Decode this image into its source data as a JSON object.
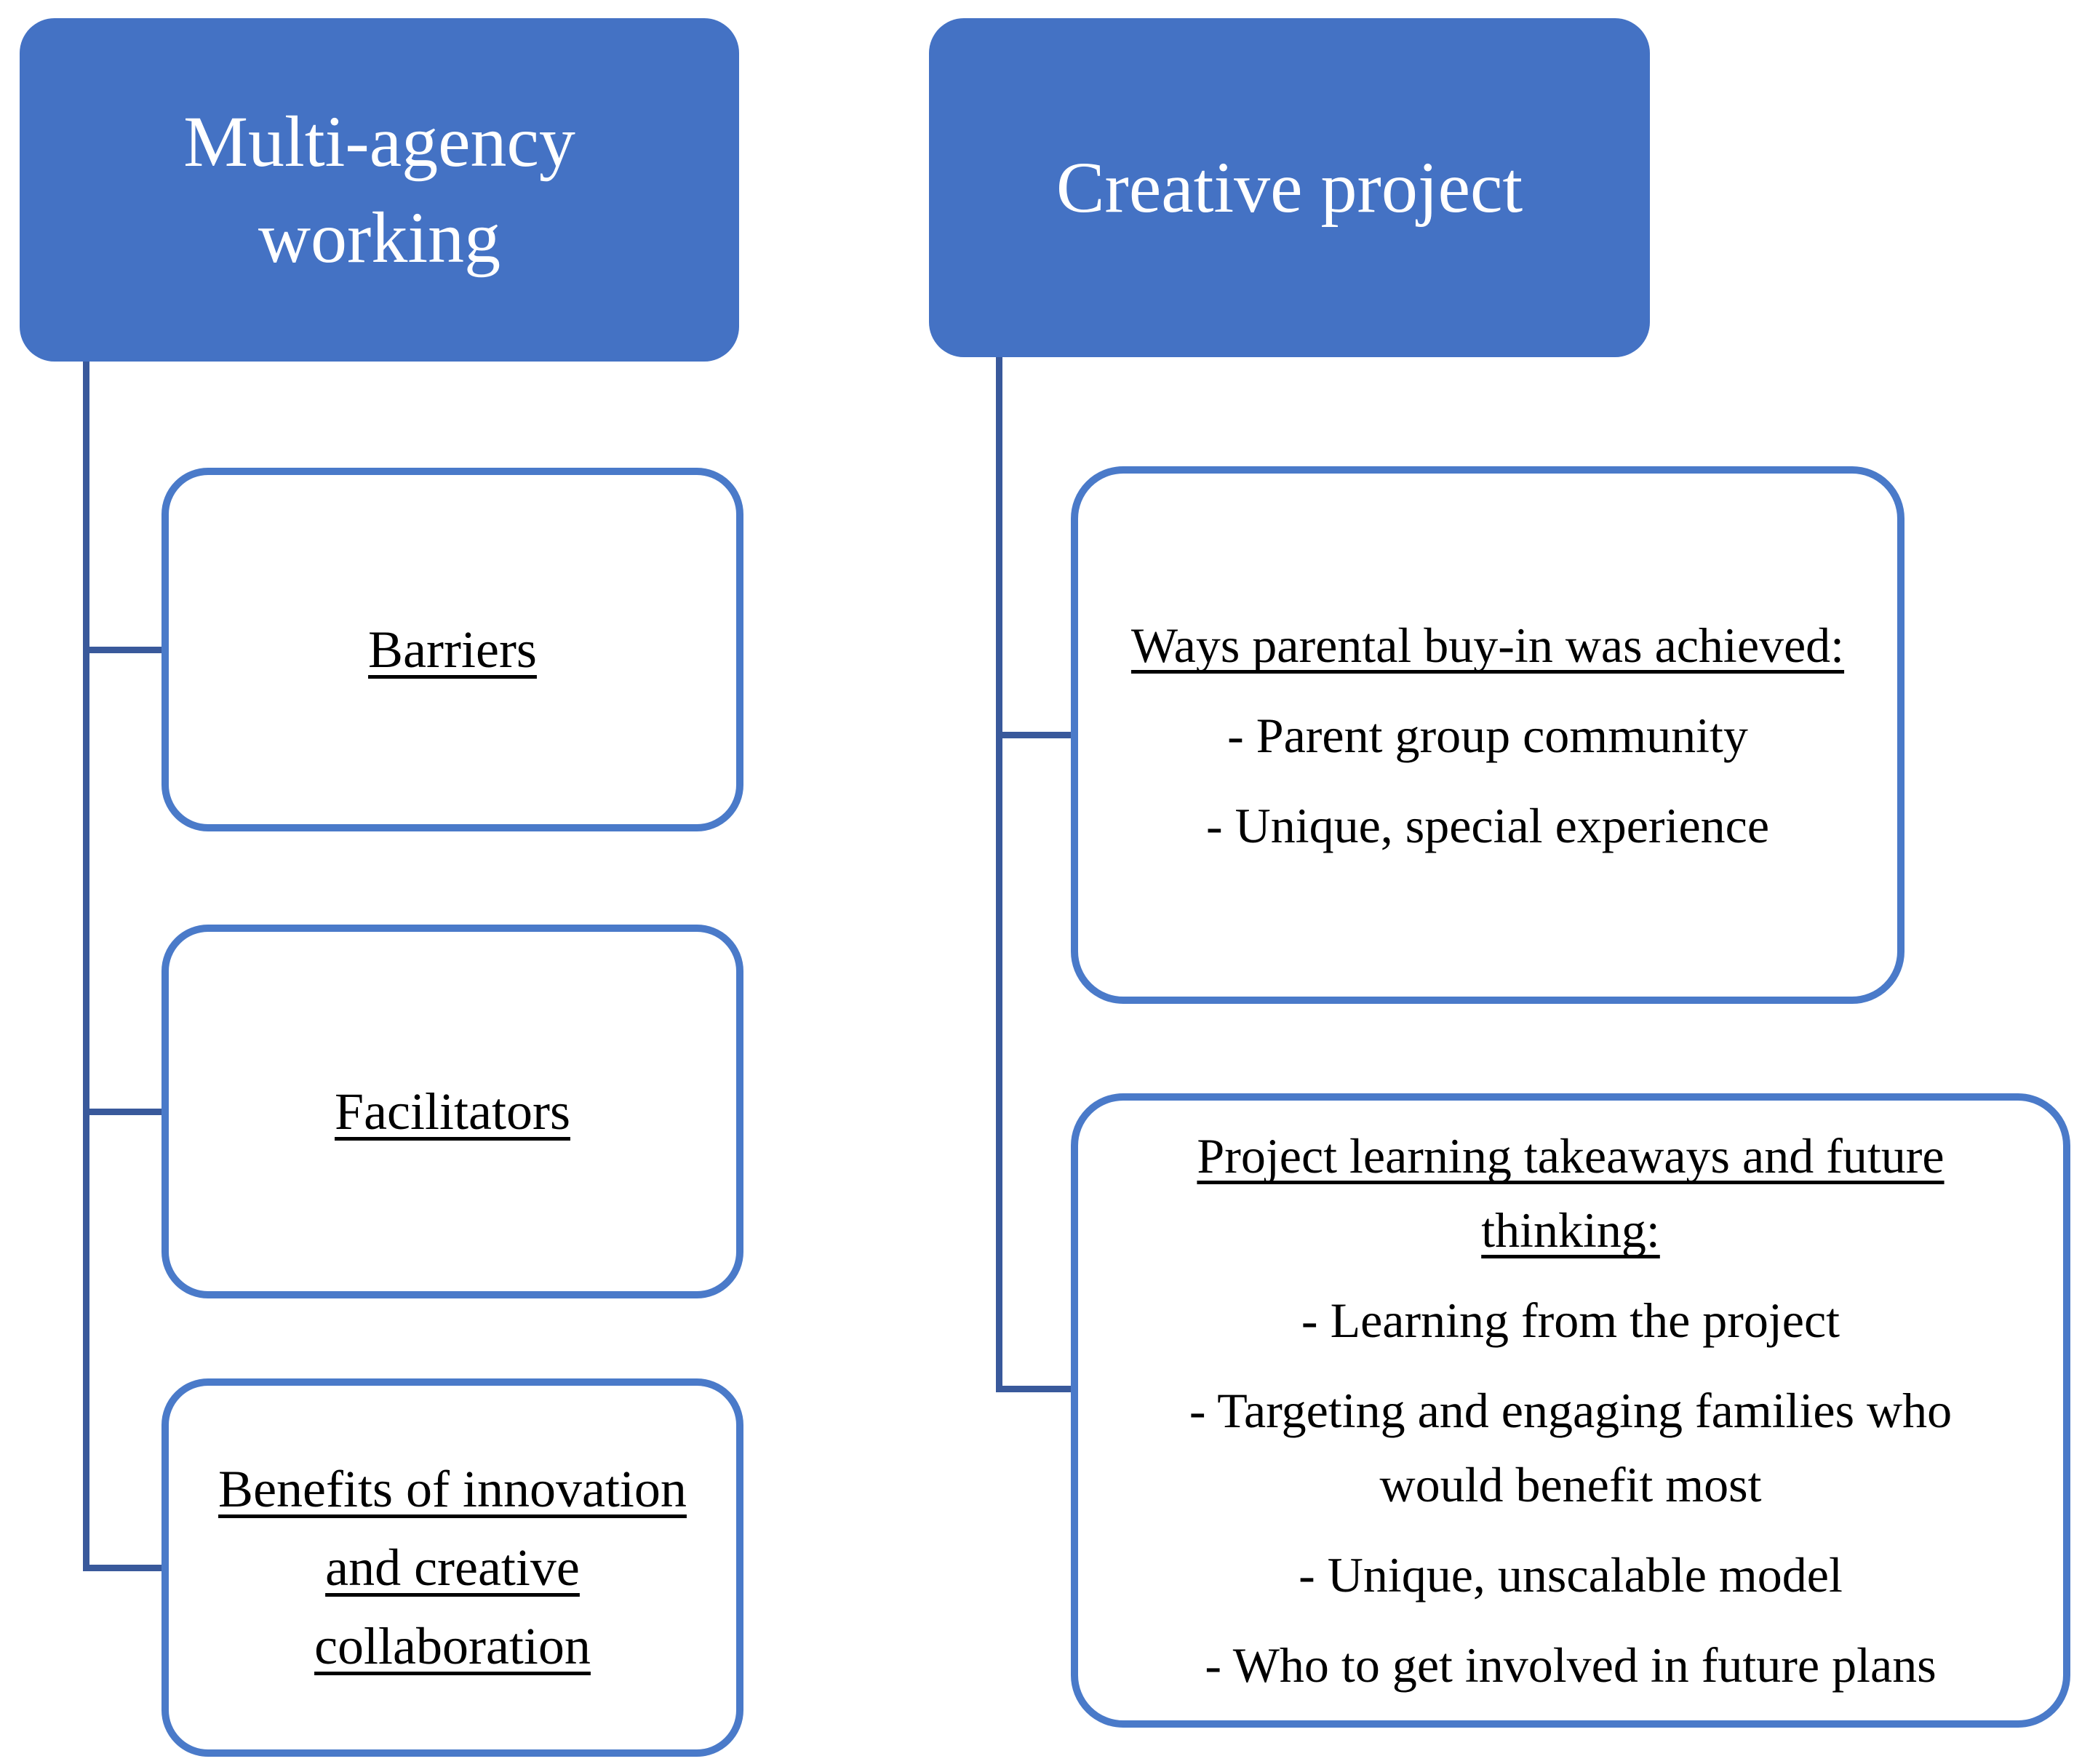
{
  "diagram": {
    "type": "hierarchy-smartart",
    "colors": {
      "header_fill": "#4472C4",
      "child_border": "#4A7AC9",
      "connector": "#39599B",
      "header_text": "#FFFFFF",
      "child_text": "#000000",
      "background": "#FFFFFF"
    },
    "left": {
      "title": "Multi-agency working",
      "children": [
        {
          "heading": "Barriers",
          "bullets": []
        },
        {
          "heading": "Facilitators",
          "bullets": []
        },
        {
          "heading": "Benefits of innovation and creative collaboration",
          "bullets": []
        }
      ]
    },
    "right": {
      "title": "Creative project",
      "children": [
        {
          "heading": "Ways parental buy-in was achieved:",
          "bullets": [
            "- Parent group community",
            "- Unique, special experience"
          ]
        },
        {
          "heading": "Project learning takeaways and future thinking:",
          "bullets": [
            "- Learning from the project",
            "- Targeting and engaging families who would benefit most",
            "- Unique, unscalable model",
            "- Who to get involved in future plans"
          ]
        }
      ]
    }
  }
}
